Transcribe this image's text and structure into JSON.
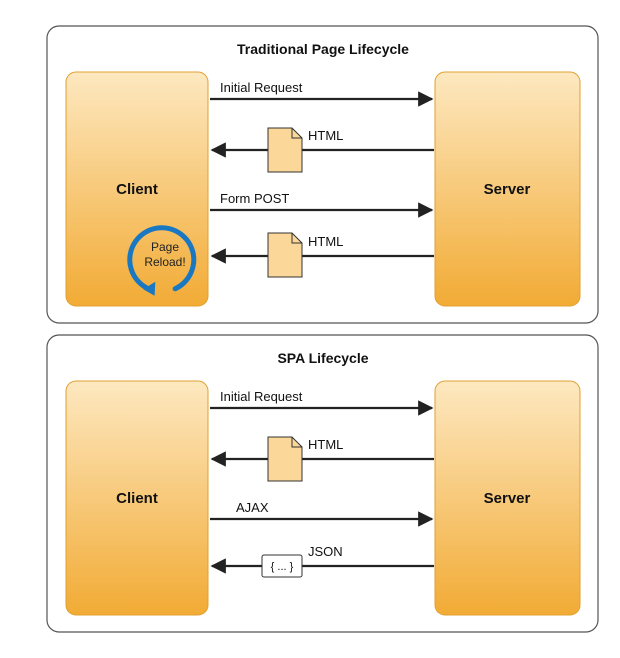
{
  "colors": {
    "box_top": "#fde8c0",
    "box_bottom": "#f2ab35",
    "box_stroke": "#e0a030",
    "arrow": "#222222",
    "reload": "#1a78c2",
    "doc_fill": "#fbd79a"
  },
  "traditional": {
    "title": "Traditional Page Lifecycle",
    "client": "Client",
    "server": "Server",
    "initial_request": "Initial Request",
    "html_1": "HTML",
    "form_post": "Form POST",
    "html_2": "HTML",
    "reload_line1": "Page",
    "reload_line2": "Reload!"
  },
  "spa": {
    "title": "SPA Lifecycle",
    "client": "Client",
    "server": "Server",
    "initial_request": "Initial Request",
    "html": "HTML",
    "ajax": "AJAX",
    "json": "JSON",
    "json_symbol": "{ ... }"
  }
}
